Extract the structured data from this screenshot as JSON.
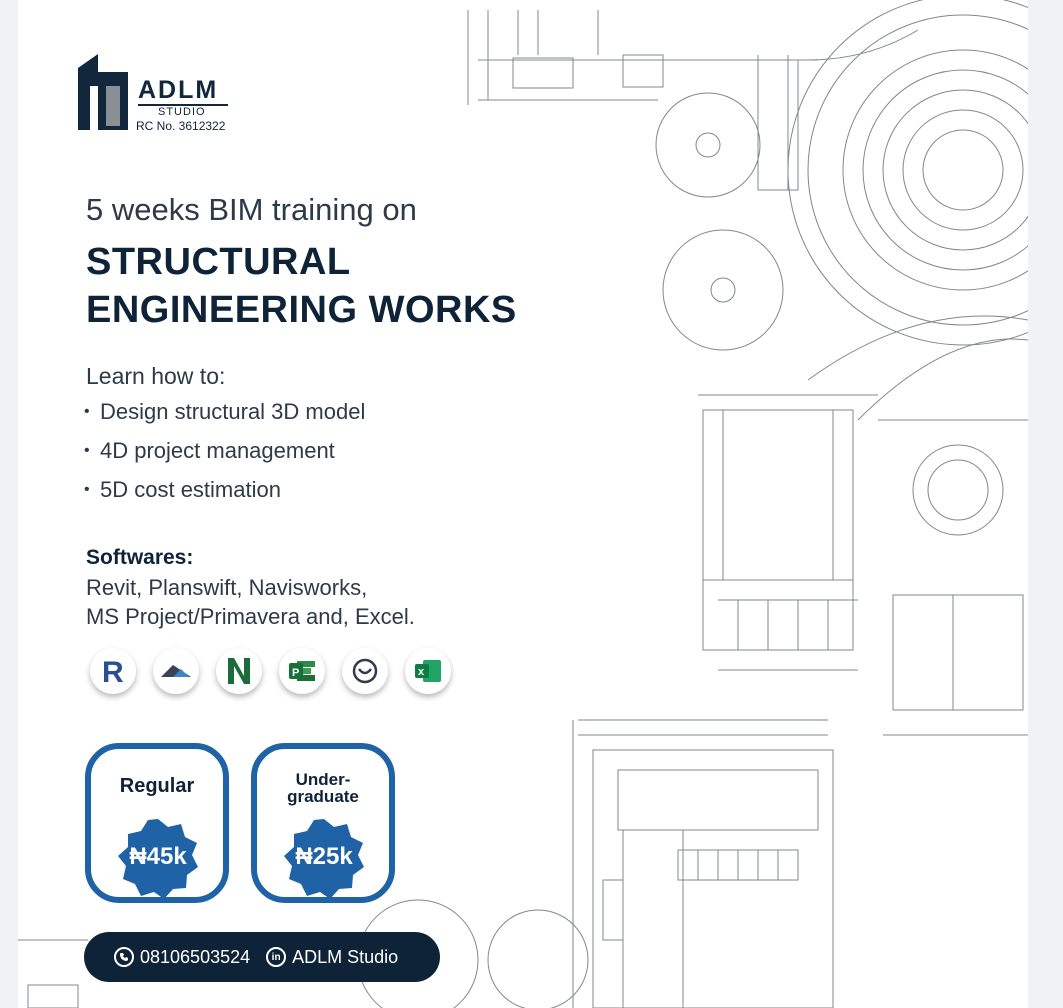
{
  "brand": {
    "name": "ADLM",
    "sub": "STUDIO",
    "rc": "RC No. 3612322"
  },
  "intro": "5 weeks BIM training on",
  "headline": {
    "line1": "STRUCTURAL",
    "line2": "ENGINEERING WORKS"
  },
  "learn": {
    "heading": "Learn how to:",
    "items": [
      "Design structural 3D model",
      "4D project management",
      "5D cost estimation"
    ]
  },
  "softwares": {
    "heading": "Softwares:",
    "line1": "Revit, Planswift, Navisworks,",
    "line2": "MS Project/Primavera and, Excel.",
    "icons": [
      "revit-icon",
      "planswift-icon",
      "navisworks-icon",
      "ms-project-icon",
      "primavera-icon",
      "excel-icon"
    ],
    "icon_letters": {
      "revit": "R",
      "project": "P",
      "excel": "x"
    }
  },
  "pricing": [
    {
      "title": "Regular",
      "price": "₦45k"
    },
    {
      "title_line1": "Under-",
      "title_line2": "graduate",
      "price": "₦25k"
    }
  ],
  "contact": {
    "phone": "08106503524",
    "linkedin": "ADLM Studio",
    "linkedin_glyph": "in"
  },
  "colors": {
    "navy": "#0e2338",
    "accent_blue": "#1f63a6",
    "text_grey": "#2d3a47"
  }
}
